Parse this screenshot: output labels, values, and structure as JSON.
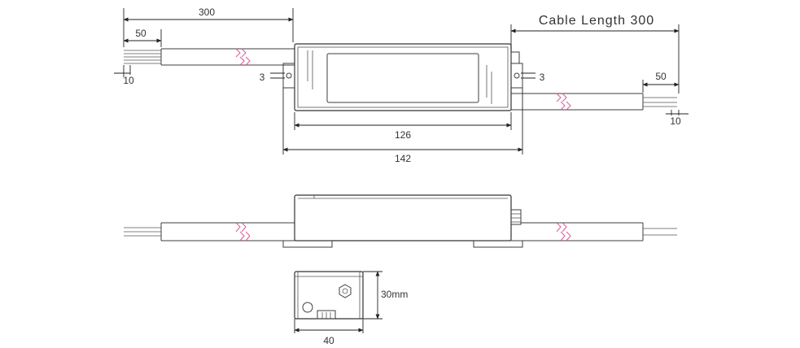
{
  "labels": {
    "top_cable_length": "300",
    "left_strip": "50",
    "left_wire_tip": "10",
    "left_mount_hole": "3",
    "right_cable_length": "Cable Length 300",
    "right_strip": "50",
    "right_wire_tip": "10",
    "right_mount_hole": "3",
    "body_length": "126",
    "overall_length": "142",
    "height": "30mm",
    "width": "40"
  },
  "colors": {
    "line": "#3c3c3c",
    "break_mark": "#e0579a"
  }
}
